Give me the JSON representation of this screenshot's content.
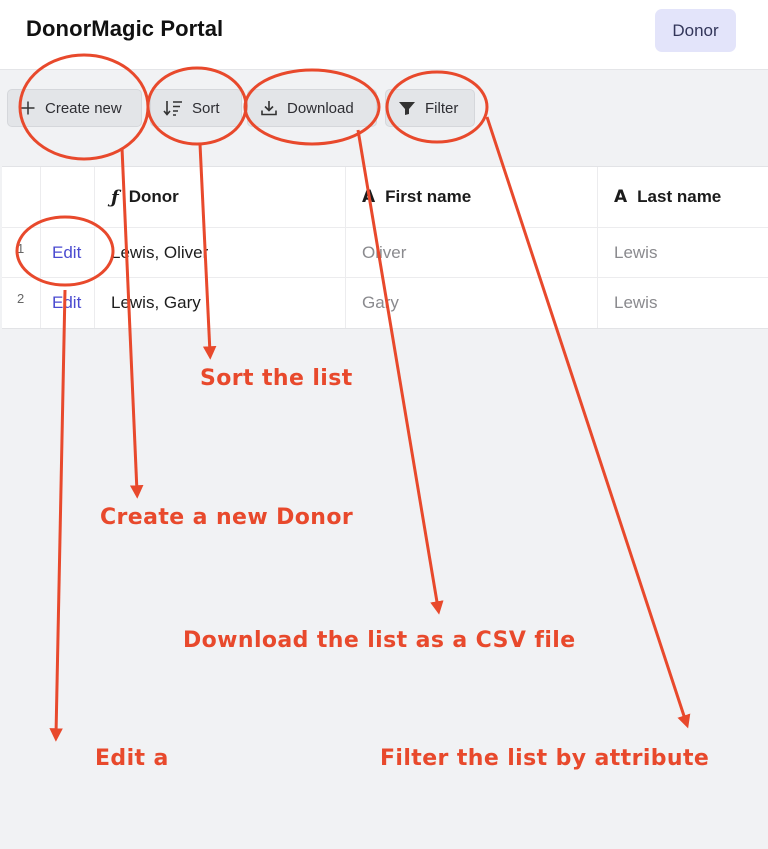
{
  "header": {
    "app_title": "DonorMagic Portal",
    "nav_pill": "Donor"
  },
  "toolbar": {
    "create_label": "Create new",
    "sort_label": "Sort",
    "download_label": "Download",
    "filter_label": "Filter"
  },
  "grid": {
    "columns": [
      {
        "label": "Donor",
        "icon": "formula-icon"
      },
      {
        "label": "First name",
        "icon": "text-type-icon"
      },
      {
        "label": "Last name",
        "icon": "text-type-icon"
      }
    ],
    "rows": [
      {
        "num": "1",
        "edit": "Edit",
        "donor": "Lewis, Oliver",
        "first": "Oliver",
        "last": "Lewis"
      },
      {
        "num": "2",
        "edit": "Edit",
        "donor": "Lewis, Gary",
        "first": "Gary",
        "last": "Lewis"
      }
    ]
  },
  "annotations": {
    "sort": "Sort the list",
    "create": "Create a new Donor",
    "download": "Download the list as a CSV file",
    "edit": "Edit a",
    "filter": "Filter the list by attribute",
    "color": "#e8492c"
  },
  "colors": {
    "accent_pill": "#e3e4fa",
    "edit_link": "#4a4ad0",
    "background": "#f1f2f4"
  }
}
